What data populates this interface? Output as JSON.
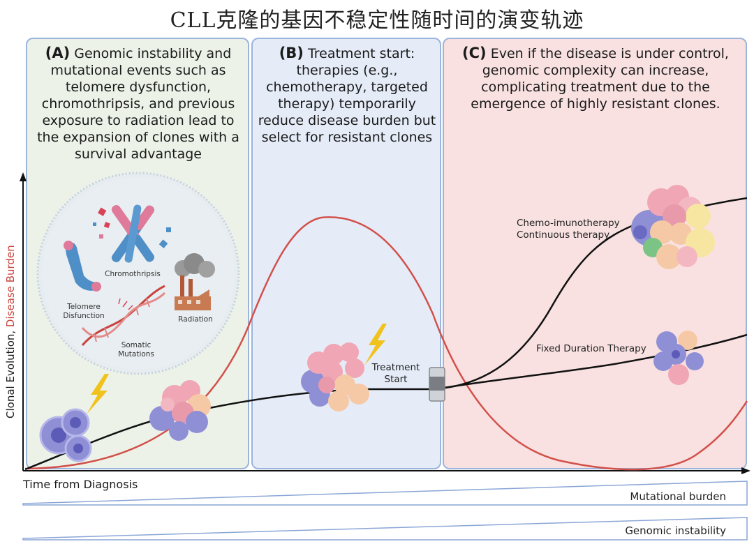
{
  "title": "CLL克隆的基因不稳定性随时间的演变轨迹",
  "panel_a": {
    "letter": "(A)",
    "text": "Genomic instability and mutational events such as telomere dysfunction, chromothripsis, and previous exposure to radiation lead to the expansion of clones with a survival advantage",
    "labels": {
      "chromothripsis": "Chromothripsis",
      "telomere": "Telomere Disfunction",
      "radiation": "Radiation",
      "somatic": "Somatic Mutations"
    }
  },
  "panel_b": {
    "letter": "(B)",
    "text": "Treatment start: therapies (e.g., chemotherapy, targeted therapy) temporarily reduce disease burden but select for resistant clones",
    "treatment_label": "Treatment Start"
  },
  "panel_c": {
    "letter": "(C)",
    "text": "Even if the disease is under control, genomic complexity can increase, complicating treatment due to the emergence of highly resistant clones.",
    "chemo_label_1": "Chemo-imunotherapy",
    "chemo_label_2": "Continuous therapy",
    "fixed_label": "Fixed Duration Therapy"
  },
  "axes": {
    "y_label_main": "Clonal Evolution, ",
    "y_label_red": "Disease Burden",
    "x_label": "Time from Diagnosis"
  },
  "wedges": {
    "mutational": "Mutational burden",
    "genomic": "Genomic instability"
  },
  "colors": {
    "panel_a_bg": "#ecf2e8",
    "panel_b_bg": "#e5ecf8",
    "panel_c_bg": "#f9e1e1",
    "panel_border": "#9bb4dc",
    "disease_curve": "#d2504a",
    "evolution_curve": "#111111"
  }
}
